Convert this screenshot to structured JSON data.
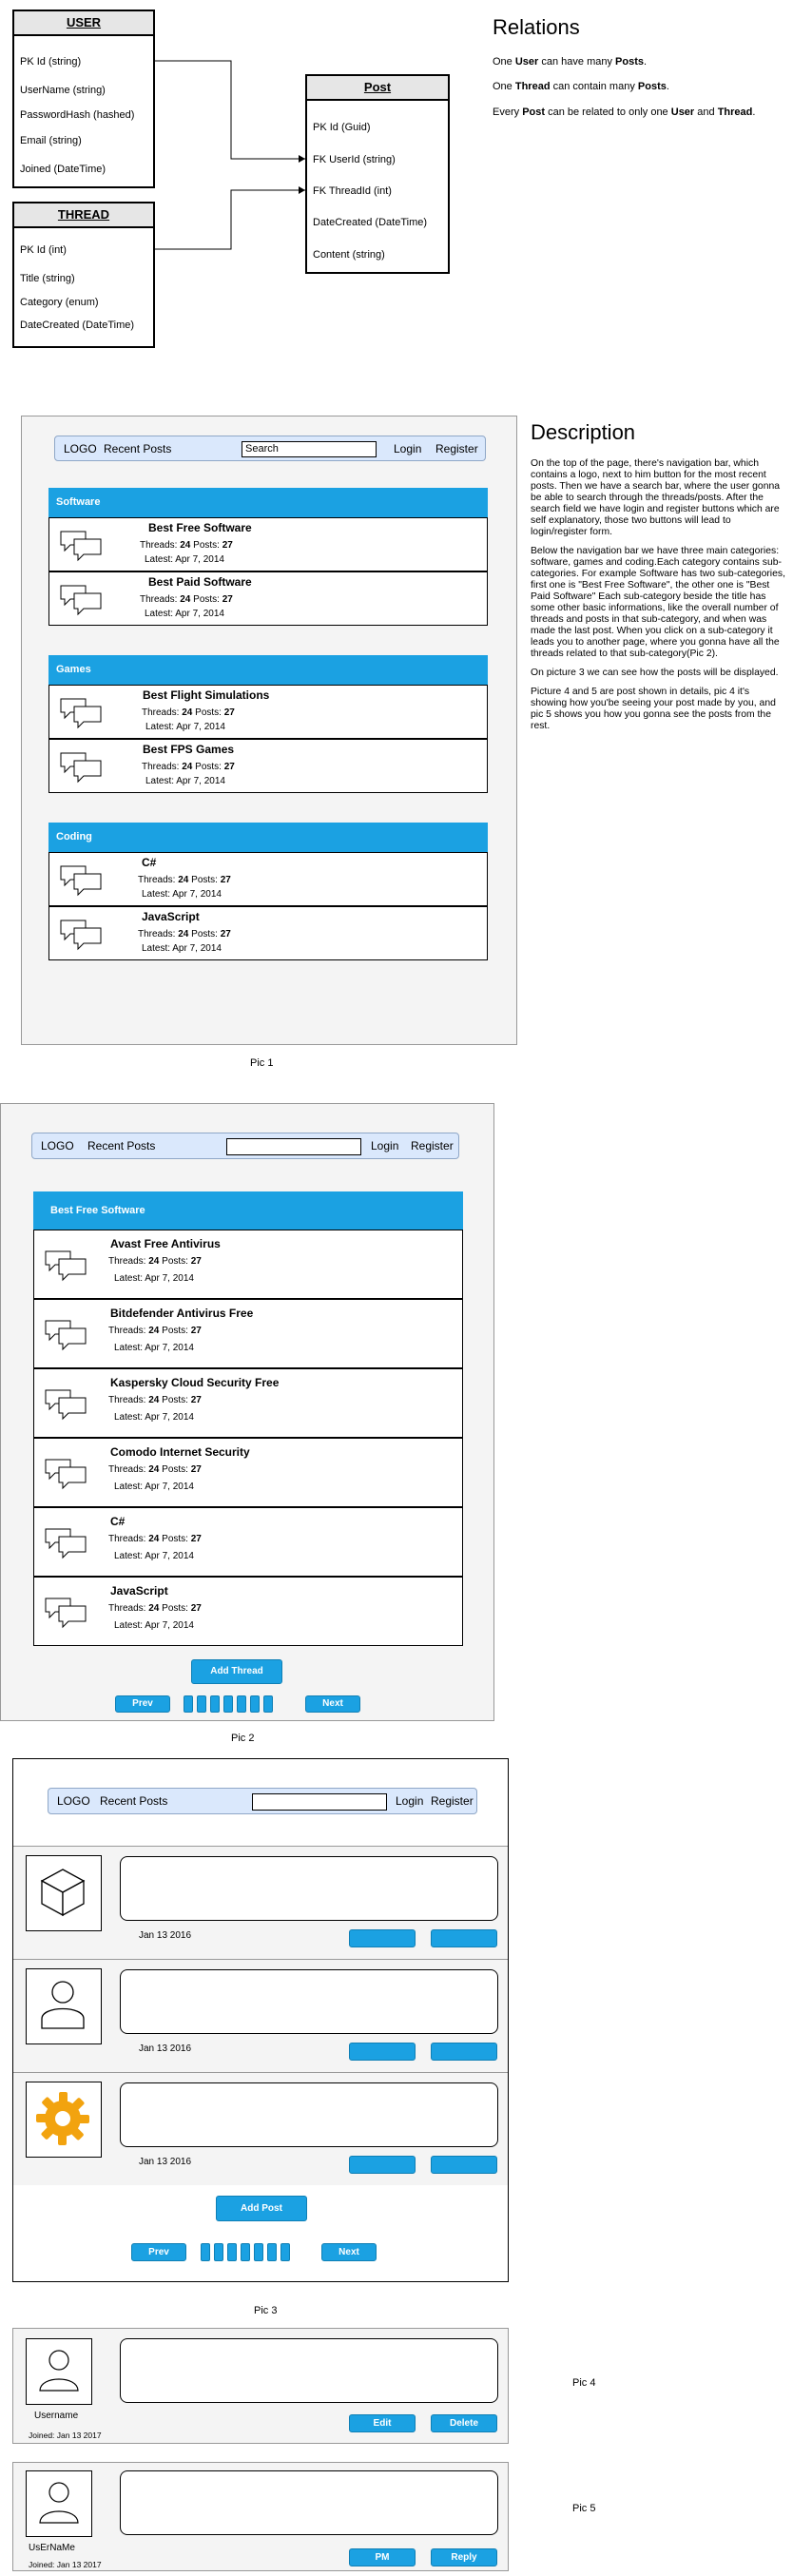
{
  "er": {
    "user": {
      "title": "USER",
      "fields": [
        "PK Id (string)",
        "UserName (string)",
        "PasswordHash (hashed)",
        "Email (string)",
        "Joined (DateTime)"
      ]
    },
    "thread": {
      "title": "THREAD",
      "fields": [
        "PK Id (int)",
        "Title (string)",
        "Category (enum)",
        "DateCreated (DateTime)"
      ]
    },
    "post": {
      "title": "Post",
      "fields": [
        "PK Id (Guid)",
        "FK UserId (string)",
        "FK ThreadId (int)",
        "DateCreated (DateTime)",
        "Content (string)"
      ]
    }
  },
  "relations": {
    "title": "Relations",
    "lines": [
      {
        "a": "One ",
        "b": "User",
        "c": " can have many ",
        "d": "Posts",
        "e": "."
      },
      {
        "a": "One ",
        "b": "Thread",
        "c": " can contain many ",
        "d": "Posts",
        "e": "."
      },
      {
        "a": "Every ",
        "b": "Post",
        "c": " can be related to only one ",
        "d": "User",
        "e": " and ",
        "f": "Thread",
        "g": "."
      }
    ]
  },
  "nav": {
    "logo": "LOGO",
    "recent": "Recent Posts",
    "search_placeholder": "Search",
    "login": "Login",
    "register": "Register"
  },
  "pic1": {
    "caption": "Pic 1",
    "categories": [
      {
        "name": "Software",
        "items": [
          {
            "title": "Best Free Software",
            "threads_label": "Threads: ",
            "threads": "24",
            "posts_label": " Posts: ",
            "posts": "27",
            "latest": "Latest: Apr 7, 2014"
          },
          {
            "title": "Best Paid Software",
            "threads_label": "Threads: ",
            "threads": "24",
            "posts_label": " Posts: ",
            "posts": "27",
            "latest": "Latest: Apr 7, 2014"
          }
        ]
      },
      {
        "name": "Games",
        "items": [
          {
            "title": "Best Flight Simulations",
            "threads_label": "Threads: ",
            "threads": "24",
            "posts_label": " Posts: ",
            "posts": "27",
            "latest": "Latest: Apr 7, 2014"
          },
          {
            "title": "Best FPS Games",
            "threads_label": "Threads: ",
            "threads": "24",
            "posts_label": " Posts: ",
            "posts": "27",
            "latest": "Latest: Apr 7, 2014"
          }
        ]
      },
      {
        "name": "Coding",
        "items": [
          {
            "title": "C#",
            "threads_label": "Threads: ",
            "threads": "24",
            "posts_label": " Posts: ",
            "posts": "27",
            "latest": "Latest: Apr 7, 2014"
          },
          {
            "title": "JavaScript",
            "threads_label": "Threads: ",
            "threads": "24",
            "posts_label": " Posts: ",
            "posts": "27",
            "latest": "Latest: Apr 7, 2014"
          }
        ]
      }
    ]
  },
  "description": {
    "title": "Description",
    "paragraphs": [
      "On the top of the page, there's navigation bar, which contains a logo, next to him button for the most recent posts. Then we have a search bar, where the user gonna be able to search through the threads/posts. After the search field we have login and register buttons which are self explanatory, those two buttons will lead to login/register form.",
      "Below the navigation bar we have three main categories: software, games and coding.Each category contains sub-categories. For example Software has two sub-categories, first one is \"Best Free Software\", the other one is \"Best Paid Software\" Each sub-category beside the title has some other basic informations, like the overall number of threads and posts in that sub-category, and when was made the last post. When you click on a sub-category it leads you to another page, where you gonna have all the threads related to that sub-category(Pic 2).",
      "On picture 3 we can see how the posts will be displayed.",
      "Picture 4 and 5 are post shown in details, pic 4 it's showing how you'be seeing your post made by you, and pic 5 shows you how you gonna see the posts from the rest."
    ]
  },
  "pic2": {
    "caption": "Pic 2",
    "header": "Best Free Software",
    "items": [
      {
        "title": "Avast Free Antivirus",
        "threads_label": "Threads: ",
        "threads": "24",
        "posts_label": " Posts: ",
        "posts": "27",
        "latest": "Latest: Apr 7, 2014"
      },
      {
        "title": "Bitdefender Antivirus Free",
        "threads_label": "Threads: ",
        "threads": "24",
        "posts_label": " Posts: ",
        "posts": "27",
        "latest": "Latest: Apr 7, 2014"
      },
      {
        "title": "Kaspersky Cloud Security Free",
        "threads_label": "Threads: ",
        "threads": "24",
        "posts_label": " Posts: ",
        "posts": "27",
        "latest": "Latest: Apr 7, 2014"
      },
      {
        "title": "Comodo Internet Security",
        "threads_label": "Threads: ",
        "threads": "24",
        "posts_label": " Posts: ",
        "posts": "27",
        "latest": "Latest: Apr 7, 2014"
      },
      {
        "title": "C#",
        "threads_label": "Threads: ",
        "threads": "24",
        "posts_label": " Posts: ",
        "posts": "27",
        "latest": "Latest: Apr 7, 2014"
      },
      {
        "title": "JavaScript",
        "threads_label": "Threads: ",
        "threads": "24",
        "posts_label": " Posts: ",
        "posts": "27",
        "latest": "Latest: Apr 7, 2014"
      }
    ],
    "add_button": "Add Thread",
    "prev": "Prev",
    "next": "Next"
  },
  "pic3": {
    "caption": "Pic 3",
    "posts": [
      {
        "date": "Jan 13 2016",
        "avatar": "cube-icon"
      },
      {
        "date": "Jan 13 2016",
        "avatar": "person-icon"
      },
      {
        "date": "Jan 13 2016",
        "avatar": "gear-icon"
      }
    ],
    "add_button": "Add Post",
    "prev": "Prev",
    "next": "Next"
  },
  "pic4": {
    "caption": "Pic 4",
    "username": "Username",
    "joined": "Joined: Jan 13 2017",
    "edit": "Edit",
    "delete": "Delete"
  },
  "pic5": {
    "caption": "Pic 5",
    "username": "UsErNaMe",
    "joined": "Joined: Jan 13 2017",
    "pm": "PM",
    "reply": "Reply"
  },
  "colors": {
    "accent": "#1ba1e2",
    "nav_bg": "#dae8fc",
    "panel_bg": "#f4f4f4",
    "gear": "#f2a30f"
  }
}
